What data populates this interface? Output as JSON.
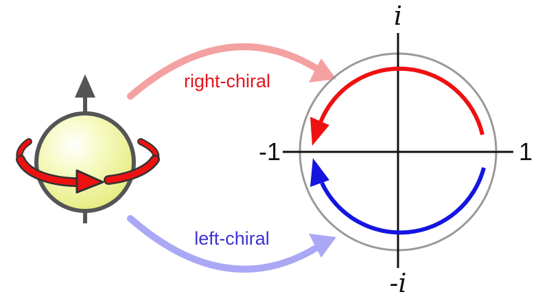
{
  "labels": {
    "right_chiral": "right-chiral",
    "left_chiral": "left-chiral",
    "axis_i": "i",
    "axis_neg_i": "-i",
    "axis_one": "1",
    "axis_neg_one": "-1"
  },
  "colors": {
    "right_text": "#e8131b",
    "left_text": "#3c32d6",
    "right_arrow": "#f4a1a1",
    "left_arrow": "#aaa8f5",
    "red_arc": "#ee1111",
    "blue_arc": "#1515e0",
    "outer_circle": "#999999",
    "axes": "#111111",
    "sphere_fill": "#f0f59a",
    "sphere_outline": "#555555",
    "spin_arrow": "#555555",
    "rotation_arrow": "#ee1111"
  },
  "icons": {
    "particle": "spinning-sphere-icon"
  }
}
